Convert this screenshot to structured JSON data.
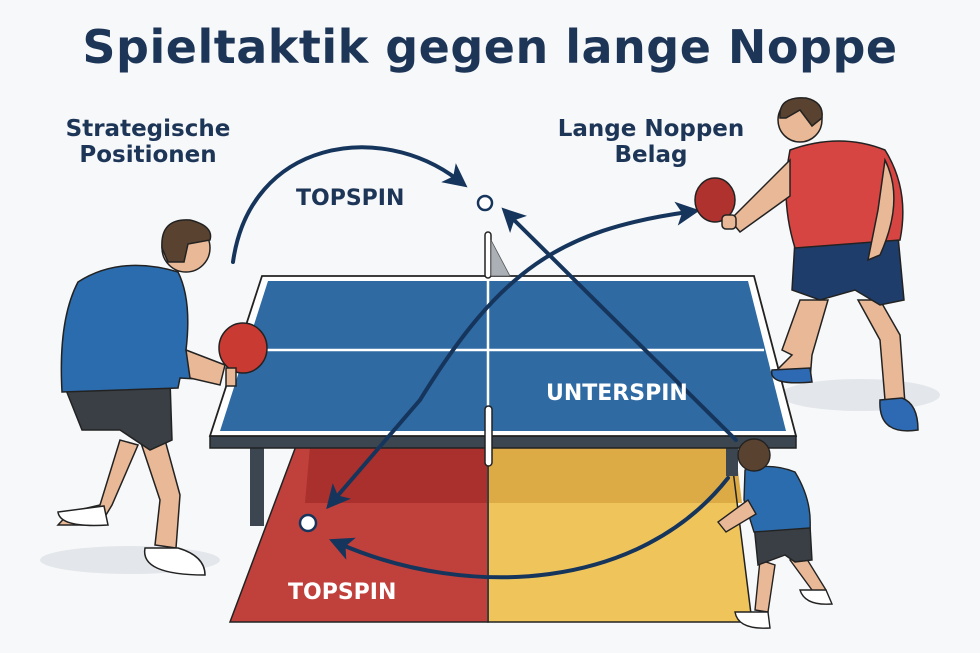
{
  "title": "Spieltaktik gegen lange Noppe",
  "labels": {
    "strategic_positions": "Strategische Positionen",
    "long_pips_rubber": "Lange Noppen Belag",
    "topspin_top": "TOPSPIN",
    "underspin": "UNTERSPIN",
    "topspin_bottom": "TOPSPIN"
  },
  "colors": {
    "title": "#1d3557",
    "arrow": "#16355c",
    "table": "#2f6aa3",
    "zone_red": "#c0403c",
    "zone_yellow": "#efc45a",
    "shirt_blue": "#2b6cae",
    "shirt_red": "#d64541",
    "paddle": "#c83a32"
  },
  "figures": [
    {
      "name": "left-player",
      "shirt": "blue",
      "shorts": "dark-gray"
    },
    {
      "name": "right-player",
      "shirt": "red",
      "shorts": "navy"
    },
    {
      "name": "front-small-player",
      "shirt": "blue",
      "shorts": "dark-gray"
    }
  ]
}
